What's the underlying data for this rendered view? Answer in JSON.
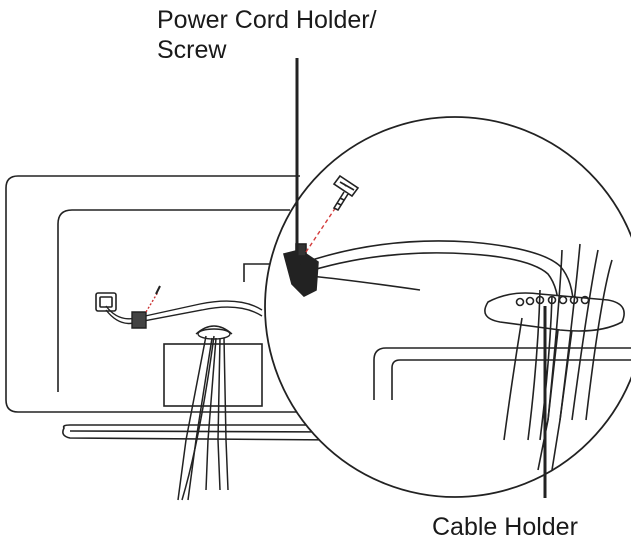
{
  "labels": {
    "power_cord_holder_line1": "Power Cord Holder/",
    "power_cord_holder_line2": "Screw",
    "cable_holder": "Cable Holder"
  },
  "colors": {
    "stroke": "#222222",
    "accent_dashed": "#d43c3c",
    "background": "#ffffff"
  }
}
